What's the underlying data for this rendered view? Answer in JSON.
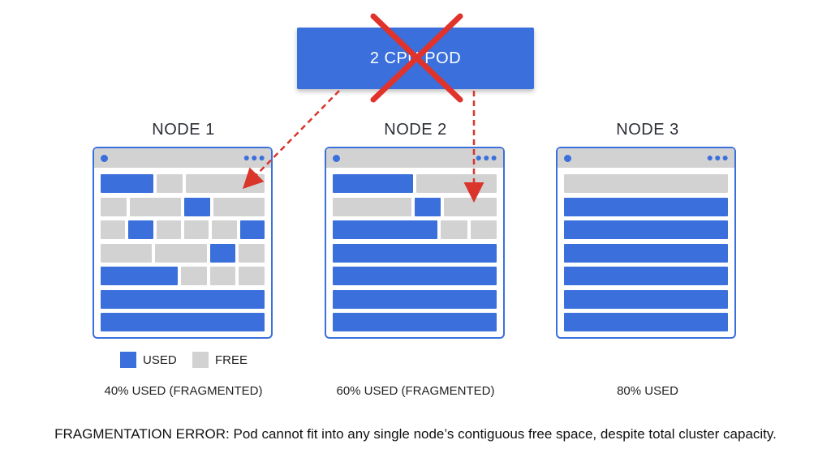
{
  "pod": {
    "label": "2 CPU POD"
  },
  "nodes": [
    {
      "title": "NODE 1",
      "stat": "40% USED (FRAGMENTED)",
      "rows": [
        [
          [
            "used",
            2
          ],
          [
            "free",
            1
          ],
          [
            "free",
            3
          ]
        ],
        [
          [
            "free",
            1
          ],
          [
            "free",
            2
          ],
          [
            "used",
            1
          ],
          [
            "free",
            2
          ]
        ],
        [
          [
            "free",
            1
          ],
          [
            "used",
            1
          ],
          [
            "free",
            1
          ],
          [
            "free",
            1
          ],
          [
            "free",
            1
          ],
          [
            "used",
            1
          ]
        ],
        [
          [
            "free",
            2
          ],
          [
            "free",
            2
          ],
          [
            "used",
            1
          ],
          [
            "free",
            1
          ]
        ],
        [
          [
            "used",
            3
          ],
          [
            "free",
            1
          ],
          [
            "free",
            1
          ],
          [
            "free",
            1
          ]
        ],
        [
          [
            "used",
            6
          ]
        ],
        [
          [
            "used",
            6
          ]
        ]
      ]
    },
    {
      "title": "NODE 2",
      "stat": "60% USED (FRAGMENTED)",
      "rows": [
        [
          [
            "used",
            3
          ],
          [
            "free",
            3
          ]
        ],
        [
          [
            "free",
            3
          ],
          [
            "used",
            1
          ],
          [
            "free",
            2
          ]
        ],
        [
          [
            "used",
            4
          ],
          [
            "free",
            1
          ],
          [
            "free",
            1
          ]
        ],
        [
          [
            "used",
            6
          ]
        ],
        [
          [
            "used",
            6
          ]
        ],
        [
          [
            "used",
            6
          ]
        ],
        [
          [
            "used",
            6
          ]
        ]
      ]
    },
    {
      "title": "NODE 3",
      "stat": "80% USED",
      "rows": [
        [
          [
            "free",
            6
          ]
        ],
        [
          [
            "used",
            6
          ]
        ],
        [
          [
            "used",
            6
          ]
        ],
        [
          [
            "used",
            6
          ]
        ],
        [
          [
            "used",
            6
          ]
        ],
        [
          [
            "used",
            6
          ]
        ],
        [
          [
            "used",
            6
          ]
        ]
      ]
    }
  ],
  "legend": {
    "used_label": "USED",
    "free_label": "FREE"
  },
  "colors": {
    "used": "#3a6fdc",
    "free": "#d2d2d2",
    "arrow": "#d9352b"
  },
  "footer": {
    "error": "FRAGMENTATION ERROR: Pod cannot fit into any single node’s contiguous free space, despite total cluster capacity."
  }
}
